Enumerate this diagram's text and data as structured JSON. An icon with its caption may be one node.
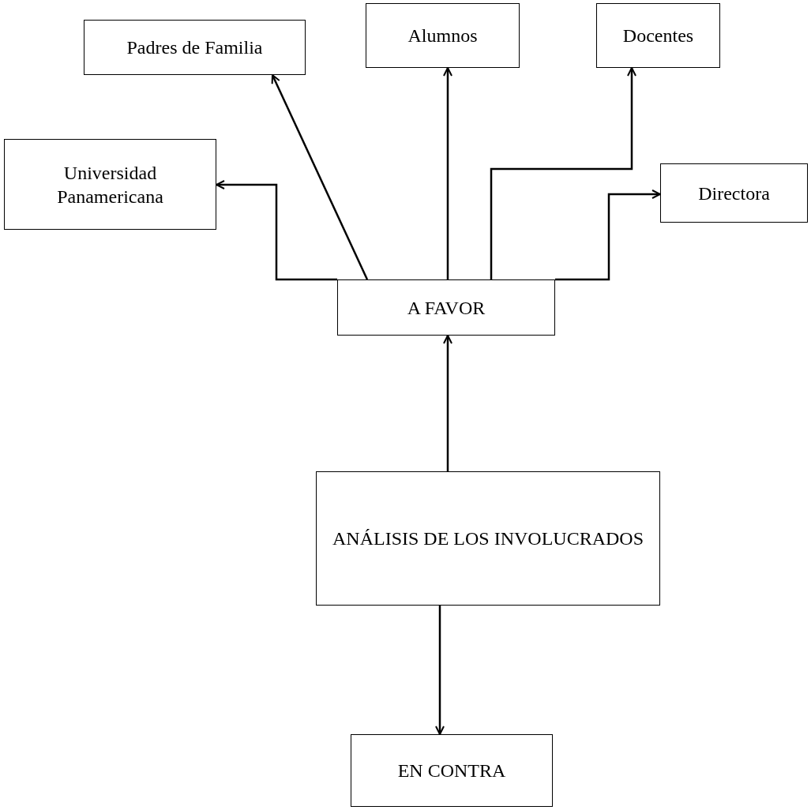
{
  "diagram": {
    "nodes": [
      {
        "text": [
          "Padres de Familia"
        ]
      },
      {
        "text": [
          "Alumnos"
        ]
      },
      {
        "text": [
          "Docentes"
        ]
      },
      {
        "text": [
          "Universidad Panamericana"
        ]
      },
      {
        "text": [
          "Directora"
        ]
      },
      {
        "text": [
          "A FAVOR"
        ]
      },
      {
        "text": [
          "ANÁLISIS DE LOS INVOLUCRADOS"
        ]
      },
      {
        "text": [
          "EN CONTRA"
        ]
      }
    ],
    "edges": [
      {
        "from": 5,
        "to": 3,
        "arrow": "to"
      },
      {
        "from": 5,
        "to": 0,
        "arrow": "to"
      },
      {
        "from": 5,
        "to": 1,
        "arrow": "to"
      },
      {
        "from": 5,
        "to": 2,
        "arrow": "to"
      },
      {
        "from": 5,
        "to": 4,
        "arrow": "to"
      },
      {
        "from": 6,
        "to": 5,
        "arrow": "to"
      },
      {
        "from": 6,
        "to": 7,
        "arrow": "to"
      }
    ]
  }
}
